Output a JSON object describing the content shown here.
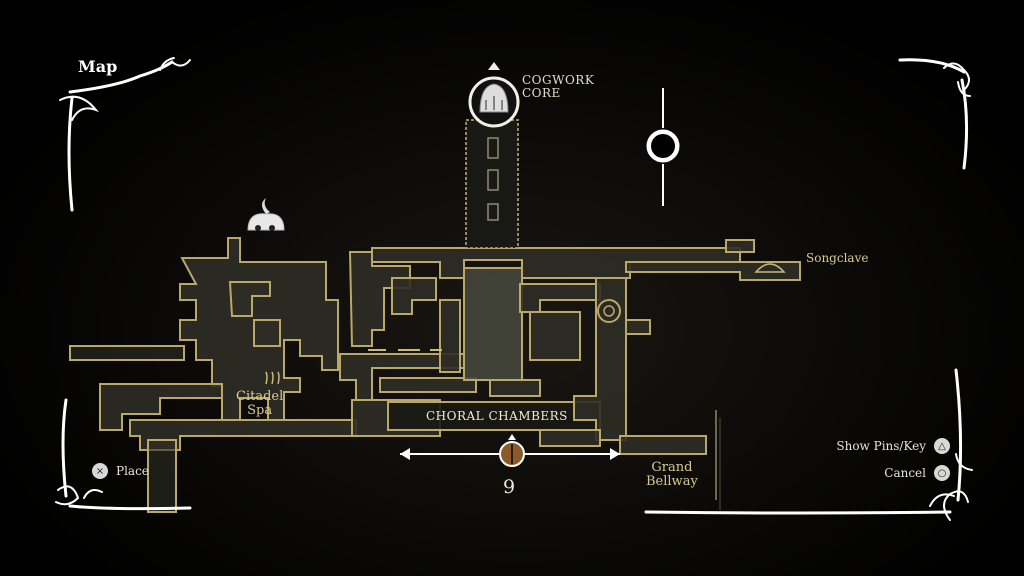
{
  "screen": {
    "title": "Map"
  },
  "areas": {
    "cogwork_core_line1": "COGWORK",
    "cogwork_core_line2": "CORE",
    "songclave": "Songclave",
    "citadel_spa_line1": "Citadel",
    "citadel_spa_line2": "Spa",
    "choral_chambers": "CHORAL CHAMBERS",
    "grand_bellway_line1": "Grand",
    "grand_bellway_line2": "Bellway"
  },
  "marker": {
    "count": "9",
    "icon": "compass-marker-icon"
  },
  "prompts": {
    "place_label": "Place",
    "place_button": "×",
    "pins_label": "Show Pins/Key",
    "pins_button": "△",
    "cancel_label": "Cancel",
    "cancel_button": "○"
  },
  "colors": {
    "map_outline": "#b9a86a",
    "map_fill": "#3a3a30",
    "frame": "#ffffff",
    "label": "#d8c98f"
  }
}
